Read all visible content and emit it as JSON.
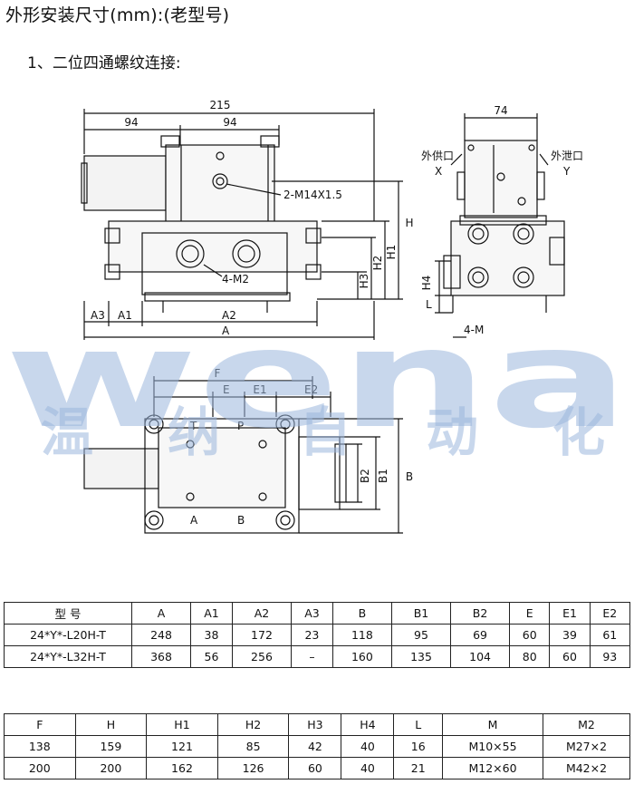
{
  "header": {
    "title": "外形安装尺寸(mm):(老型号)",
    "subtitle": "1、二位四通螺纹连接:"
  },
  "watermark": {
    "latin": "wena",
    "chinese": [
      "温",
      "纳",
      "自",
      "动",
      "化"
    ],
    "color": "#9cb7dd"
  },
  "drawing": {
    "front": {
      "dim_215": "215",
      "dim_94a": "94",
      "dim_94b": "94",
      "thread_label": "2-M14X1.5",
      "port_label": "4-M2",
      "H": "H",
      "H1": "H1",
      "H2": "H2",
      "H3": "H3",
      "A": "A",
      "A1": "A1",
      "A2": "A2",
      "A3": "A3"
    },
    "side": {
      "dim_74": "74",
      "supply_label": "外供口",
      "supply_port": "X",
      "drain_label": "外泄口",
      "drain_port": "Y",
      "H4": "H4",
      "L": "L",
      "mount_label": "4-M"
    },
    "top": {
      "F": "F",
      "E": "E",
      "E1": "E1",
      "E2": "E2",
      "B": "B",
      "B1": "B1",
      "B2": "B2",
      "port_T": "T",
      "port_P": "P",
      "port_A": "A",
      "port_B": "B"
    }
  },
  "table1": {
    "headers": [
      "型  号",
      "A",
      "A1",
      "A2",
      "A3",
      "B",
      "B1",
      "B2",
      "E",
      "E1",
      "E2"
    ],
    "rows": [
      [
        "24*Y*-L20H-T",
        "248",
        "38",
        "172",
        "23",
        "118",
        "95",
        "69",
        "60",
        "39",
        "61"
      ],
      [
        "24*Y*-L32H-T",
        "368",
        "56",
        "256",
        "–",
        "160",
        "135",
        "104",
        "80",
        "60",
        "93"
      ]
    ]
  },
  "table2": {
    "headers": [
      "F",
      "H",
      "H1",
      "H2",
      "H3",
      "H4",
      "L",
      "M",
      "M2"
    ],
    "rows": [
      [
        "138",
        "159",
        "121",
        "85",
        "42",
        "40",
        "16",
        "M10×55",
        "M27×2"
      ],
      [
        "200",
        "200",
        "162",
        "126",
        "60",
        "40",
        "21",
        "M12×60",
        "M42×2"
      ]
    ]
  }
}
